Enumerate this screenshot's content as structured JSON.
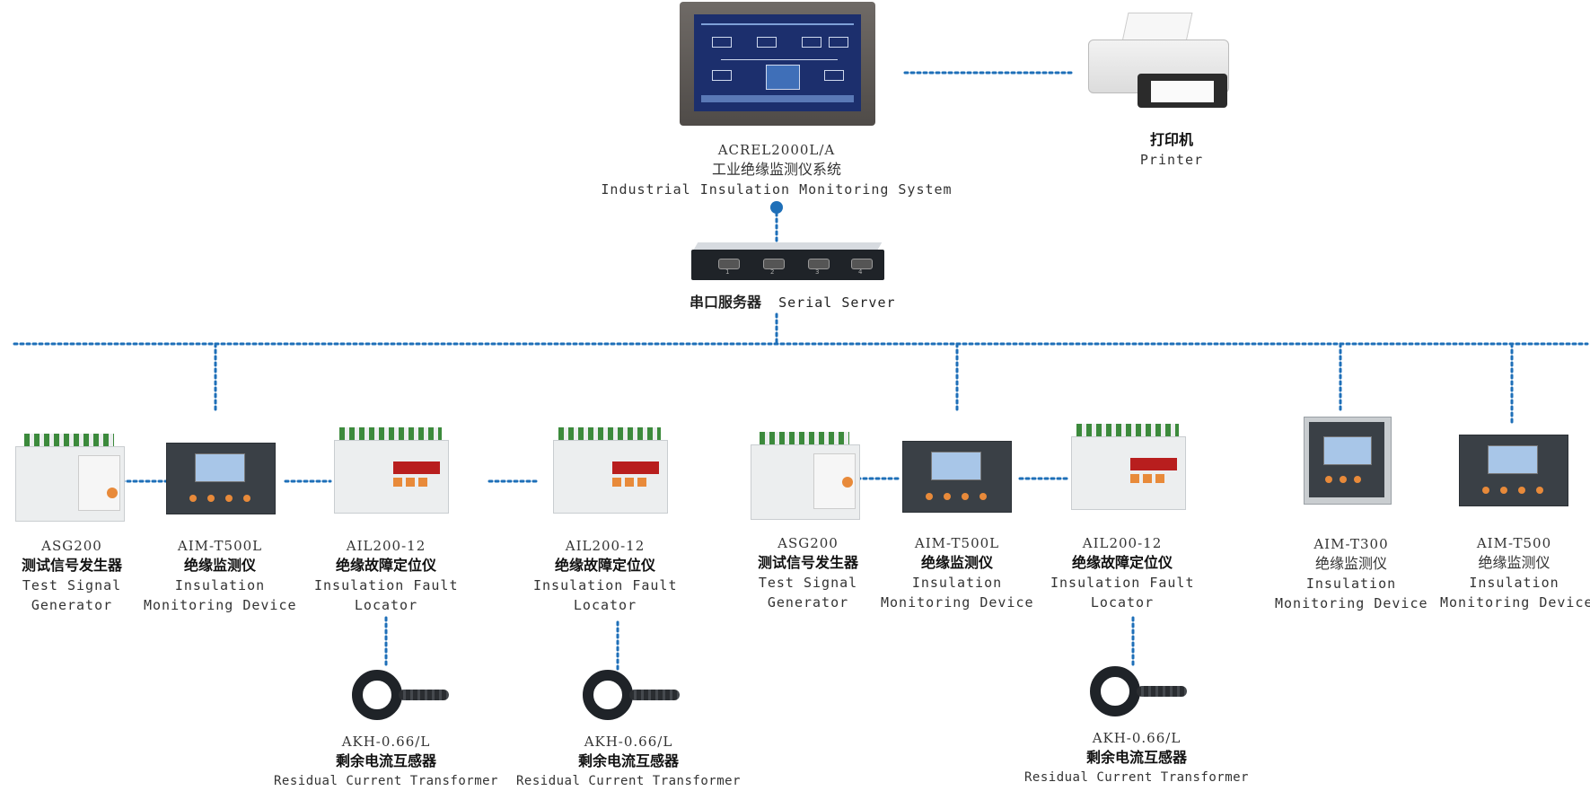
{
  "system": {
    "model": "ACREL2000L/A",
    "name_cn": "工业绝缘监测仪系统",
    "name_en": "Industrial Insulation Monitoring System"
  },
  "printer": {
    "name_cn": "打印机",
    "name_en": "Printer"
  },
  "serial_server": {
    "name_cn": "串口服务器",
    "name_en": "Serial Server"
  },
  "devices": [
    {
      "model": "ASG200",
      "name_cn": "测试信号发生器",
      "en1": "Test Signal",
      "en2": "Generator"
    },
    {
      "model": "AIM-T500L",
      "name_cn": "绝缘监测仪",
      "en1": "Insulation",
      "en2": "Monitoring Device"
    },
    {
      "model": "AIL200-12",
      "name_cn": "绝缘故障定位仪",
      "en1": "Insulation Fault",
      "en2": "Locator"
    },
    {
      "model": "AIL200-12",
      "name_cn": "绝缘故障定位仪",
      "en1": "Insulation Fault",
      "en2": "Locator"
    },
    {
      "model": "ASG200",
      "name_cn": "测试信号发生器",
      "en1": "Test Signal",
      "en2": "Generator"
    },
    {
      "model": "AIM-T500L",
      "name_cn": "绝缘监测仪",
      "en1": "Insulation",
      "en2": "Monitoring Device"
    },
    {
      "model": "AIL200-12",
      "name_cn": "绝缘故障定位仪",
      "en1": "Insulation Fault",
      "en2": "Locator"
    },
    {
      "model": "AIM-T300",
      "name_cn": "绝缘监测仪",
      "en1": "Insulation",
      "en2": "Monitoring Device"
    },
    {
      "model": "AIM-T500",
      "name_cn": "绝缘监测仪",
      "en1": "Insulation",
      "en2": "Monitoring Device"
    }
  ],
  "transformers": [
    {
      "model": "AKH-0.66/L",
      "name_cn": "剩余电流互感器",
      "name_en": "Residual Current Transformer"
    },
    {
      "model": "AKH-0.66/L",
      "name_cn": "剩余电流互感器",
      "name_en": "Residual Current Transformer"
    },
    {
      "model": "AKH-0.66/L",
      "name_cn": "剩余电流互感器",
      "name_en": "Residual Current Transformer"
    }
  ],
  "serial_ports": [
    "1",
    "2",
    "3",
    "4"
  ],
  "colors": {
    "link": "#1e6fb8",
    "device_body": "#e9ecee",
    "display": "#3a4046",
    "button": "#e88a3a"
  }
}
